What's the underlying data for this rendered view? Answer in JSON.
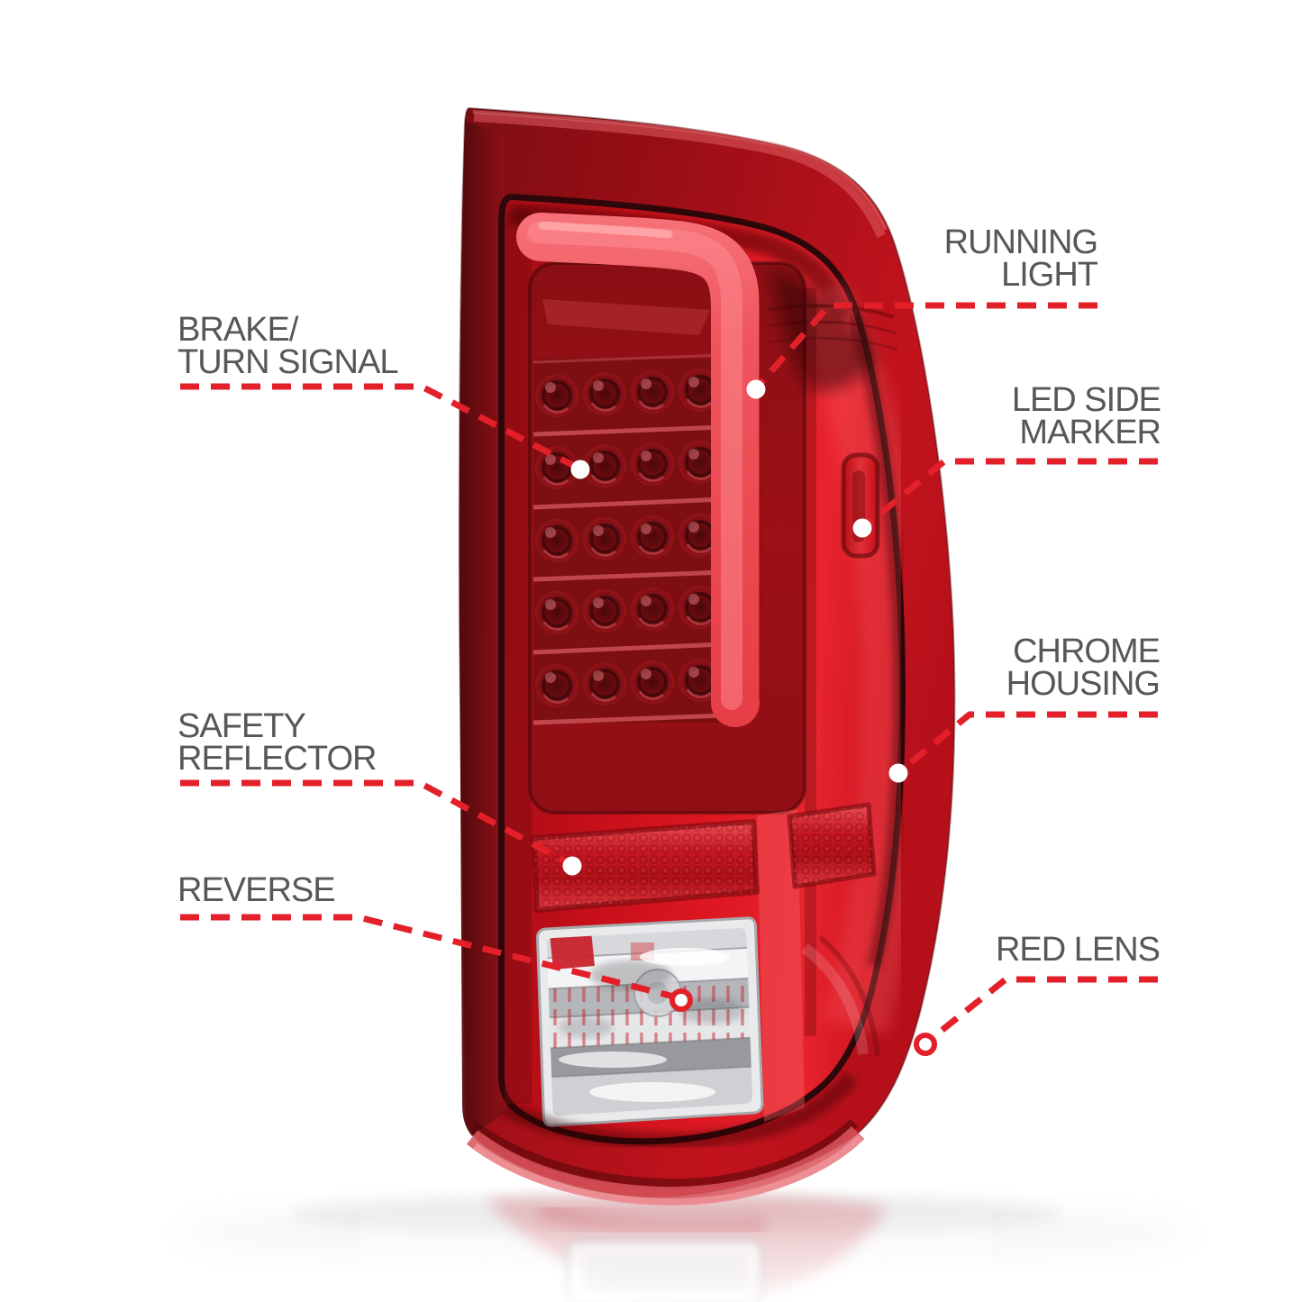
{
  "page": {
    "background_color": "#ffffff",
    "accent_red": "#e3202a",
    "label_text_color": "#56575b",
    "subject": "LED tail light annotated product diagram"
  },
  "callouts": {
    "running_light": {
      "label": "RUNNING\nLIGHT"
    },
    "brake_turn_signal": {
      "label": "BRAKE/\nTURN SIGNAL"
    },
    "led_side_marker": {
      "label": "LED SIDE\nMARKER"
    },
    "chrome_housing": {
      "label": "CHROME\nHOUSING"
    },
    "safety_reflector": {
      "label": "SAFETY\nREFLECTOR"
    },
    "reverse": {
      "label": "REVERSE"
    },
    "red_lens": {
      "label": "RED LENS"
    }
  }
}
